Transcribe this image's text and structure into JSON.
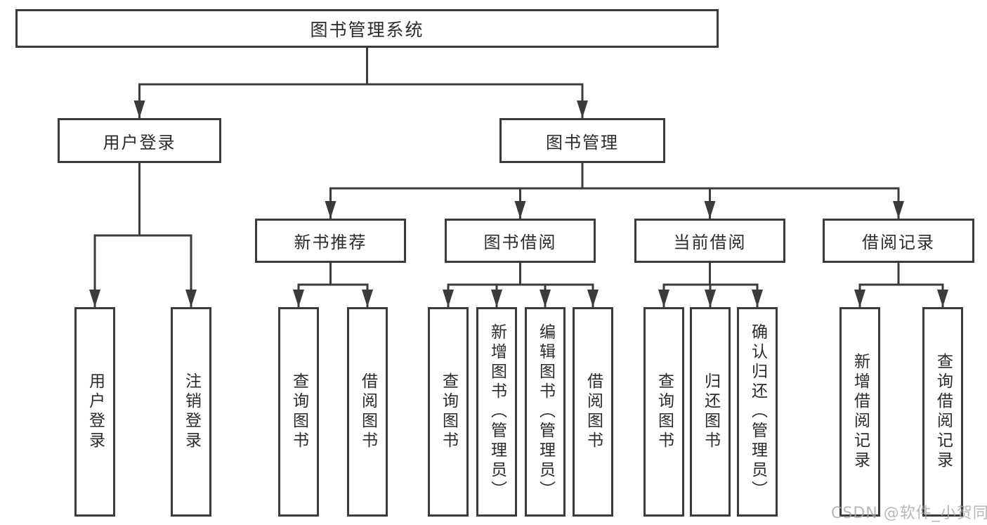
{
  "tree": {
    "label": "图书管理系统",
    "children": [
      {
        "label": "用户登录",
        "children": [
          {
            "label": "用户登录"
          },
          {
            "label": "注销登录"
          }
        ]
      },
      {
        "label": "图书管理",
        "children": [
          {
            "label": "新书推荐",
            "children": [
              {
                "label": "查询图书"
              },
              {
                "label": "借阅图书"
              }
            ]
          },
          {
            "label": "图书借阅",
            "children": [
              {
                "label": "查询图书"
              },
              {
                "label": "新增图书（管理员）"
              },
              {
                "label": "编辑图书（管理员）"
              },
              {
                "label": "借阅图书"
              }
            ]
          },
          {
            "label": "当前借阅",
            "children": [
              {
                "label": "查询图书"
              },
              {
                "label": "归还图书"
              },
              {
                "label": "确认归还（管理员）"
              }
            ]
          },
          {
            "label": "借阅记录",
            "children": [
              {
                "label": "新增借阅记录"
              },
              {
                "label": "查询借阅记录"
              }
            ]
          }
        ]
      }
    ]
  },
  "watermark": {
    "text": "CSDN @软件_小贺同学"
  },
  "colors": {
    "box_border": "#3b3b3b",
    "box_fill": "#ffffff",
    "text": "#2b2b2b",
    "connector": "#3b3b3b",
    "watermark": "#a5a5a5",
    "background": "#ffffff"
  }
}
